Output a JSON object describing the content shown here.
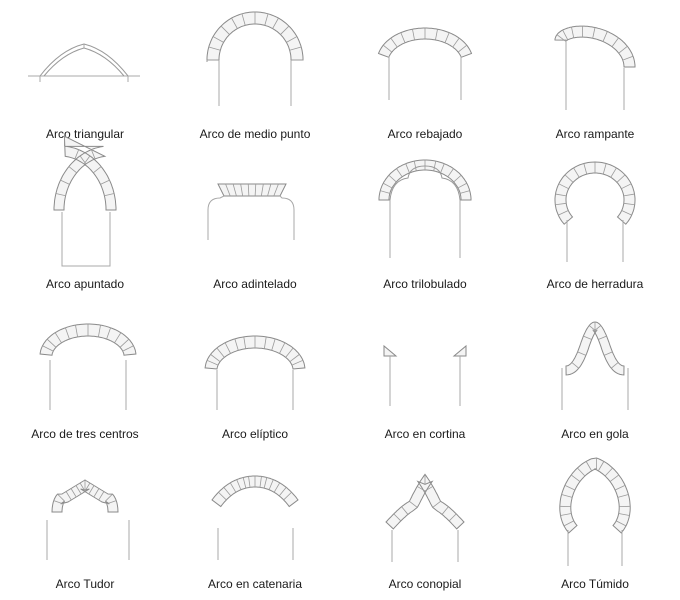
{
  "arches": [
    {
      "name": "Arco triangular"
    },
    {
      "name": "Arco de medio punto"
    },
    {
      "name": "Arco rebajado"
    },
    {
      "name": "Arco rampante"
    },
    {
      "name": "Arco apuntado"
    },
    {
      "name": "Arco adintelado"
    },
    {
      "name": "Arco trilobulado"
    },
    {
      "name": "Arco de herradura"
    },
    {
      "name": "Arco de tres centros"
    },
    {
      "name": "Arco elíptico"
    },
    {
      "name": "Arco en cortina"
    },
    {
      "name": "Arco en gola"
    },
    {
      "name": "Arco Tudor"
    },
    {
      "name": "Arco en catenaria"
    },
    {
      "name": "Arco conopial"
    },
    {
      "name": "Arco Túmido"
    }
  ]
}
